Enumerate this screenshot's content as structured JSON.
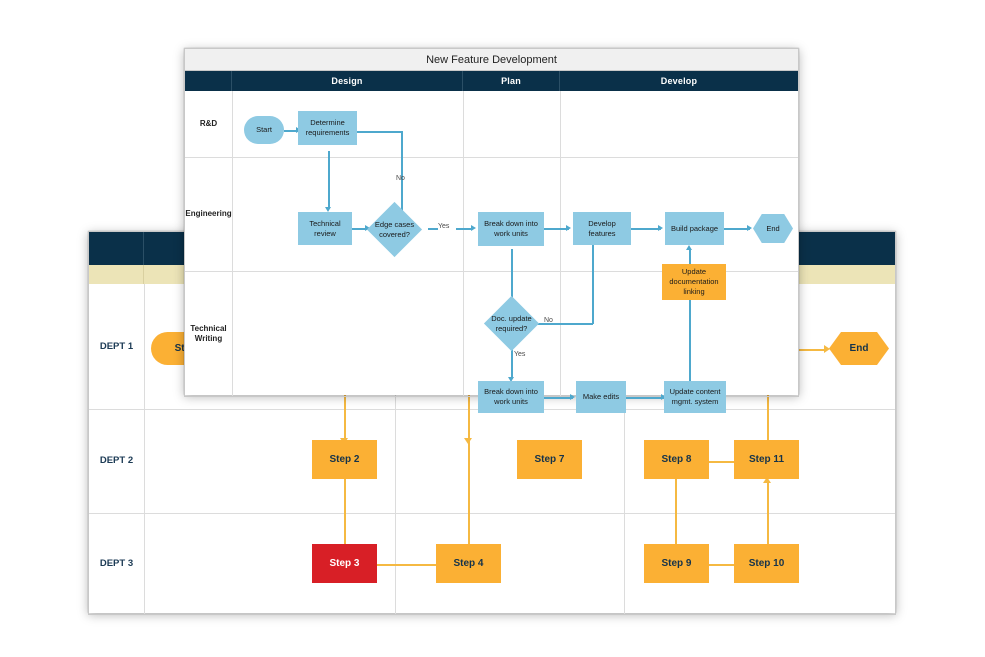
{
  "back_diagram": {
    "name": "department-swimlane",
    "header_columns": [
      "",
      "",
      "",
      ""
    ],
    "lanes": [
      "DEPT 1",
      "DEPT 2",
      "DEPT 3"
    ],
    "colors": {
      "header_band": "#0a3049",
      "sub_band": "#ece4b7",
      "node": "#fbb034",
      "node_alert": "#d81f26",
      "connector": "#f5b942",
      "lane_label": "#1b3a54"
    },
    "nodes": [
      {
        "id": "start",
        "label": "Start",
        "lane": "DEPT 1",
        "shape": "oval",
        "style": "normal"
      },
      {
        "id": "end",
        "label": "End",
        "lane": "DEPT 1",
        "shape": "hexagon",
        "style": "normal"
      },
      {
        "id": "s2",
        "label": "Step 2",
        "lane": "DEPT 2",
        "shape": "rect",
        "style": "normal"
      },
      {
        "id": "s7",
        "label": "Step 7",
        "lane": "DEPT 2",
        "shape": "rect",
        "style": "normal"
      },
      {
        "id": "s8",
        "label": "Step 8",
        "lane": "DEPT 2",
        "shape": "rect",
        "style": "normal"
      },
      {
        "id": "s11",
        "label": "Step 11",
        "lane": "DEPT 2",
        "shape": "rect",
        "style": "normal"
      },
      {
        "id": "s3",
        "label": "Step 3",
        "lane": "DEPT 3",
        "shape": "rect",
        "style": "alert"
      },
      {
        "id": "s4",
        "label": "Step 4",
        "lane": "DEPT 3",
        "shape": "rect",
        "style": "normal"
      },
      {
        "id": "s9",
        "label": "Step 9",
        "lane": "DEPT 3",
        "shape": "rect",
        "style": "normal"
      },
      {
        "id": "s10",
        "label": "Step 10",
        "lane": "DEPT 3",
        "shape": "rect",
        "style": "normal"
      }
    ],
    "edges": [
      {
        "from": "start",
        "to": "s2",
        "label": ""
      },
      {
        "from": "s2",
        "to": "s3",
        "label": ""
      },
      {
        "from": "s3",
        "to": "s4",
        "label": ""
      },
      {
        "from": "s4",
        "to": "s7",
        "label": ""
      },
      {
        "from": "s7",
        "to": "s8",
        "label": ""
      },
      {
        "from": "s8",
        "to": "s9",
        "label": ""
      },
      {
        "from": "s9",
        "to": "s10",
        "label": ""
      },
      {
        "from": "s10",
        "to": "s11",
        "label": ""
      },
      {
        "from": "s11",
        "to": "end",
        "label": ""
      }
    ]
  },
  "front_diagram": {
    "title": "New Feature Development",
    "header_columns": [
      "",
      "Design",
      "Plan",
      "Develop"
    ],
    "lanes": [
      "R&D",
      "Engineering",
      "Technical Writing"
    ],
    "colors": {
      "header_band": "#0a3049",
      "title_bar": "#f0f0f0",
      "node": "#8ecae3",
      "node_highlight": "#fbb034",
      "connector": "#4ea8cd"
    },
    "nodes": [
      {
        "id": "start",
        "label": "Start",
        "lane": "R&D",
        "column": "Design",
        "shape": "oval",
        "style": "normal"
      },
      {
        "id": "determine",
        "label": "Determine requirements",
        "lane": "R&D",
        "column": "Design",
        "shape": "rect",
        "style": "normal"
      },
      {
        "id": "review",
        "label": "Technical review",
        "lane": "Engineering",
        "column": "Design",
        "shape": "rect",
        "style": "normal"
      },
      {
        "id": "edge",
        "label": "Edge cases covered?",
        "lane": "Engineering",
        "column": "Design",
        "shape": "diamond",
        "style": "normal"
      },
      {
        "id": "bdeng",
        "label": "Break down into work units",
        "lane": "Engineering",
        "column": "Plan",
        "shape": "rect",
        "style": "normal"
      },
      {
        "id": "devfeat",
        "label": "Develop features",
        "lane": "Engineering",
        "column": "Develop",
        "shape": "rect",
        "style": "normal"
      },
      {
        "id": "build",
        "label": "Build package",
        "lane": "Engineering",
        "column": "Develop",
        "shape": "rect",
        "style": "normal"
      },
      {
        "id": "end",
        "label": "End",
        "lane": "Engineering",
        "column": "Develop",
        "shape": "hexagon",
        "style": "normal"
      },
      {
        "id": "updoc",
        "label": "Update documentation linking",
        "lane": "Engineering",
        "column": "Develop",
        "shape": "rect",
        "style": "highlight"
      },
      {
        "id": "docq",
        "label": "Doc. update required?",
        "lane": "Technical Writing",
        "column": "Plan",
        "shape": "diamond",
        "style": "normal"
      },
      {
        "id": "bdtw",
        "label": "Break down into work units",
        "lane": "Technical Writing",
        "column": "Plan",
        "shape": "rect",
        "style": "normal"
      },
      {
        "id": "edits",
        "label": "Make edits",
        "lane": "Technical Writing",
        "column": "Develop",
        "shape": "rect",
        "style": "normal"
      },
      {
        "id": "cms",
        "label": "Update content mgmt. system",
        "lane": "Technical Writing",
        "column": "Develop",
        "shape": "rect",
        "style": "normal"
      }
    ],
    "edges": [
      {
        "from": "start",
        "to": "determine",
        "label": ""
      },
      {
        "from": "determine",
        "to": "review",
        "label": ""
      },
      {
        "from": "review",
        "to": "edge",
        "label": ""
      },
      {
        "from": "edge",
        "to": "determine",
        "label": "No"
      },
      {
        "from": "edge",
        "to": "bdeng",
        "label": "Yes"
      },
      {
        "from": "bdeng",
        "to": "devfeat",
        "label": ""
      },
      {
        "from": "bdeng",
        "to": "docq",
        "label": ""
      },
      {
        "from": "devfeat",
        "to": "build",
        "label": ""
      },
      {
        "from": "build",
        "to": "end",
        "label": ""
      },
      {
        "from": "docq",
        "to": "devfeat",
        "label": "No"
      },
      {
        "from": "docq",
        "to": "bdtw",
        "label": "Yes"
      },
      {
        "from": "bdtw",
        "to": "edits",
        "label": ""
      },
      {
        "from": "edits",
        "to": "cms",
        "label": ""
      },
      {
        "from": "cms",
        "to": "build",
        "label": ""
      },
      {
        "from": "updoc",
        "to": "build",
        "label": ""
      }
    ],
    "edge_labels": {
      "no_1": "No",
      "yes_1": "Yes",
      "no_2": "No",
      "yes_2": "Yes"
    },
    "node_labels": {
      "start": "Start",
      "determine_l1": "Determine",
      "determine_l2": "requirements",
      "review_l1": "Technical",
      "review_l2": "review",
      "edge_l1": "Edge cases",
      "edge_l2": "covered?",
      "bdeng_l1": "Break down into",
      "bdeng_l2": "work units",
      "devfeat": "Develop features",
      "build": "Build package",
      "end": "End",
      "updoc_l1": "Update",
      "updoc_l2": "documentation",
      "updoc_l3": "linking",
      "docq_l1": "Doc. update",
      "docq_l2": "required?",
      "bdtw_l1": "Break down into",
      "bdtw_l2": "work units",
      "edits": "Make edits",
      "cms_l1": "Update content",
      "cms_l2": "mgmt. system"
    }
  }
}
